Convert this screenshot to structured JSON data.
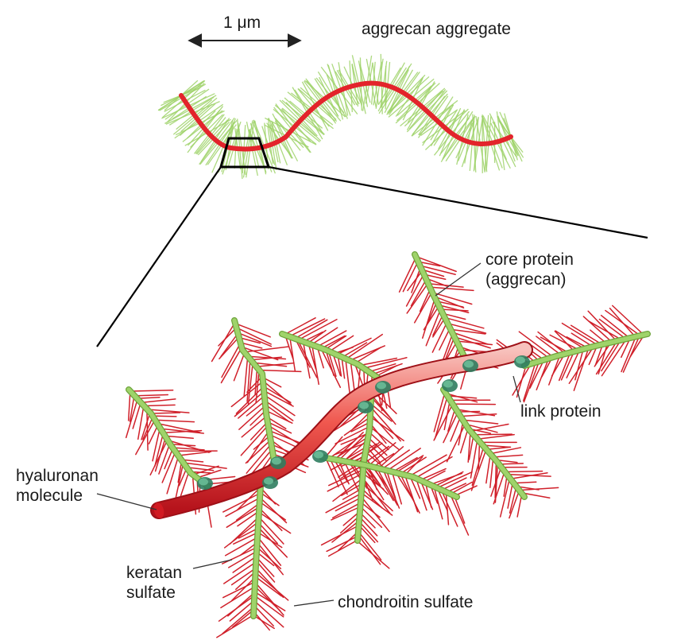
{
  "scale_bar": {
    "label": "1 μm"
  },
  "titles": {
    "overview": "aggrecan aggregate"
  },
  "labels": {
    "core_protein": [
      "core protein",
      "(aggrecan)"
    ],
    "link_protein": "link protein",
    "hyaluronan": [
      "hyaluronan",
      "molecule"
    ],
    "keratan": [
      "keratan",
      "sulfate"
    ],
    "chondroitin": "chondroitin sulfate"
  },
  "colors": {
    "hyaluronan": "#e3242b",
    "core_protein": "#9fd36a",
    "glycosaminoglycan": "#d0202a",
    "link_protein": "#3f9a78",
    "outline": "#000000"
  }
}
